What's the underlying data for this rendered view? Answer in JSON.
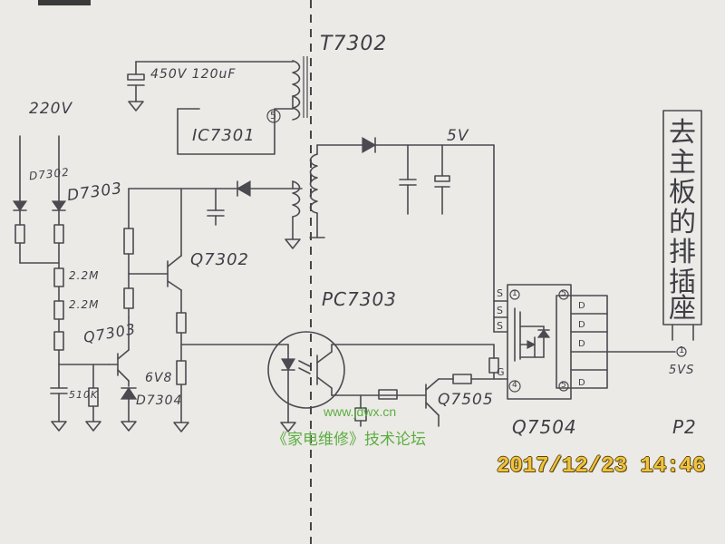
{
  "labels": {
    "t7302": "T7302",
    "cap_main": "450V 120uF",
    "ic7301": "IC7301",
    "pin5_top": "5",
    "v220": "220V",
    "d7302": "D7302",
    "d7303": "D7303",
    "r1": "2.2M",
    "r2": "2.2M",
    "q7303": "Q7303",
    "r510": "510K",
    "zener_v": "6V8",
    "d7304": "D7304",
    "q7302": "Q7302",
    "v5": "5V",
    "pc7303": "PC7303",
    "q7505": "Q7505",
    "q7504": "Q7504",
    "p2": "P2",
    "out_v": "5VS",
    "out_pin": "1",
    "pin_s1": "S",
    "pin_s2": "S",
    "pin_s3": "S",
    "pin_g": "G",
    "pin_num1": "1",
    "pin_num4": "4",
    "pin_num5a": "5",
    "pin_num5b": "5",
    "pin_d1": "D",
    "pin_d2": "D",
    "pin_d3": "D",
    "pin_d4": "D"
  },
  "connector_title_chars": [
    "去",
    "主",
    "板",
    "的",
    "排",
    "插",
    "座"
  ],
  "watermark": {
    "url": "www.jdwx.cn",
    "forum": "《家电维修》技术论坛"
  },
  "timestamp": "2017/12/23 14:46",
  "colors": {
    "paper": "#eceae6",
    "ink": "#4a4a50",
    "watermark": "#5cae43",
    "timestamp": "#f2c23e"
  }
}
